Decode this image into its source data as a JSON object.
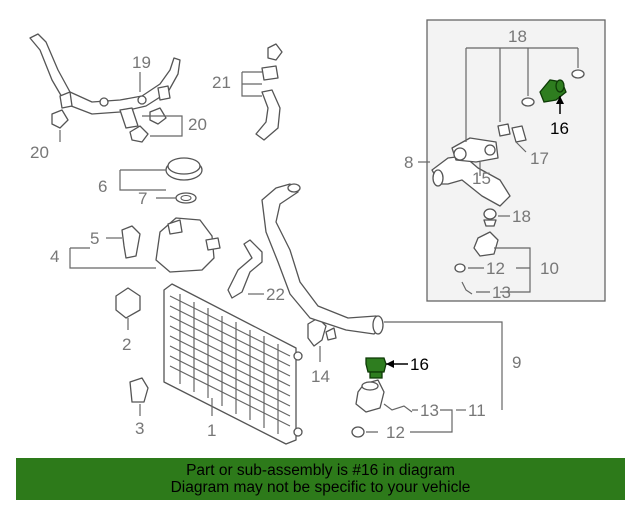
{
  "diagram": {
    "callouts": {
      "c1": "1",
      "c2": "2",
      "c3": "3",
      "c4": "4",
      "c5": "5",
      "c6": "6",
      "c7": "7",
      "c8": "8",
      "c9": "9",
      "c10": "10",
      "c11": "11",
      "c12a": "12",
      "c12b": "12",
      "c13a": "13",
      "c13b": "13",
      "c14": "14",
      "c15": "15",
      "c16a": "16",
      "c16b": "16",
      "c17": "17",
      "c18a": "18",
      "c18b": "18",
      "c19": "19",
      "c20a": "20",
      "c20b": "20",
      "c21": "21",
      "c22": "22"
    },
    "highlight_color": "#2e7d1f"
  },
  "banner": {
    "line1": "Part or sub-assembly is #16 in diagram",
    "line2": "Diagram may not be specific to your vehicle",
    "color": "#2d7a1a"
  }
}
